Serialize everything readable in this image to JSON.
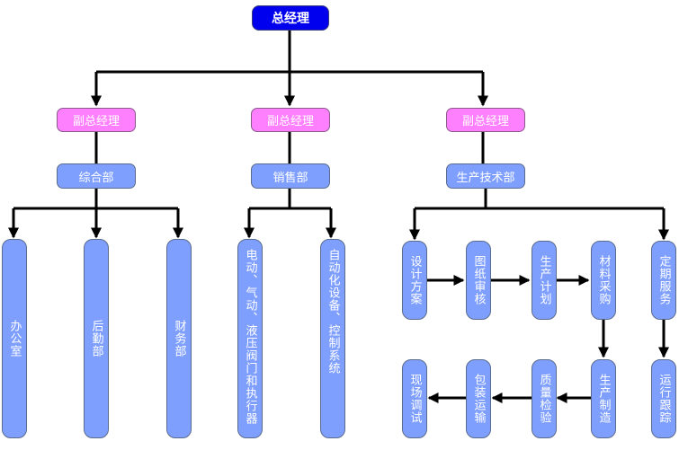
{
  "diagram": {
    "title": "总经理",
    "colors": {
      "top_fill": "#0000ee",
      "vp_fill": "#ff80ff",
      "dept_fill": "#7f9fff",
      "text": "#ffffff",
      "line": "#000000"
    },
    "vice_presidents": [
      {
        "label": "副总经理",
        "department": "综合部"
      },
      {
        "label": "副总经理",
        "department": "销售部"
      },
      {
        "label": "副总经理",
        "department": "生产技术部"
      }
    ],
    "general_dept_units": [
      "办公室",
      "后勤部",
      "财务部"
    ],
    "sales_dept_units": [
      "电动、气动、液压阀门和执行器",
      "自动化设备、控制系统"
    ],
    "production_flow_top": [
      "设计方案",
      "图纸审核",
      "生产计划",
      "材料采购"
    ],
    "production_flow_bottom": [
      "生产制造",
      "质量检验",
      "包装运输",
      "现场调试"
    ],
    "service_flow": [
      "定期服务",
      "运行跟踪"
    ]
  }
}
